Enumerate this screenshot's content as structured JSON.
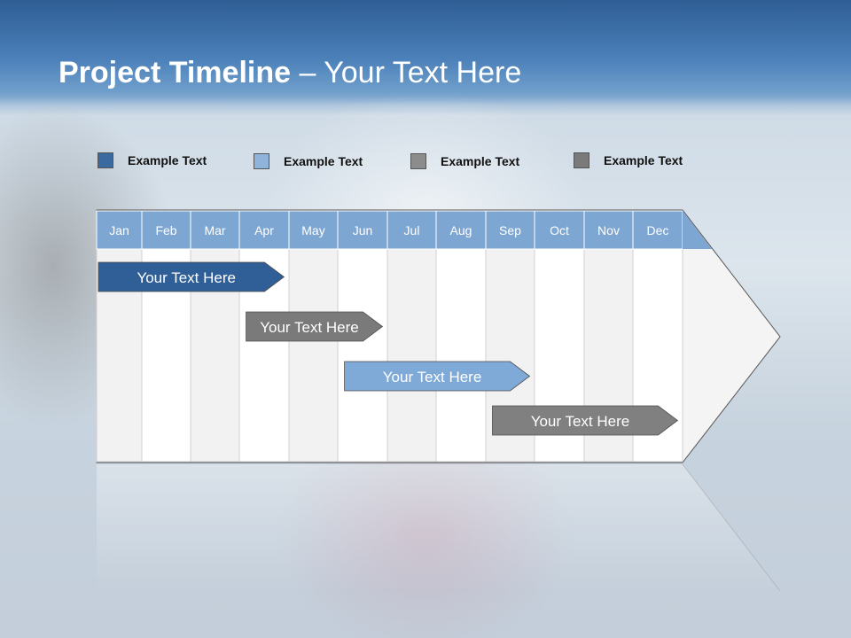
{
  "title": {
    "bold": "Project Timeline",
    "rest": " – Your Text Here"
  },
  "legend": [
    {
      "label": "Example Text",
      "color": "#3a6aa0"
    },
    {
      "label": "Example Text",
      "color": "#8fb3da"
    },
    {
      "label": "Example Text",
      "color": "#8c8c8c"
    },
    {
      "label": "Example Text",
      "color": "#7a7a7a"
    }
  ],
  "months": [
    "Jan",
    "Feb",
    "Mar",
    "Apr",
    "May",
    "Jun",
    "Jul",
    "Aug",
    "Sep",
    "Oct",
    "Nov",
    "Dec"
  ],
  "tasks": [
    {
      "label": "Your  Text Here",
      "start_month": 1,
      "end_month": 4.9,
      "color": "#2f5f96"
    },
    {
      "label": "Your  Text Here",
      "start_month": 4.1,
      "end_month": 6.9,
      "color": "#7a7a7a"
    },
    {
      "label": "Your  Text Here",
      "start_month": 6.1,
      "end_month": 9.9,
      "color": "#7fa9d6"
    },
    {
      "label": "Your  Text Here",
      "start_month": 9.1,
      "end_month": 12.9,
      "color": "#808080"
    }
  ]
}
